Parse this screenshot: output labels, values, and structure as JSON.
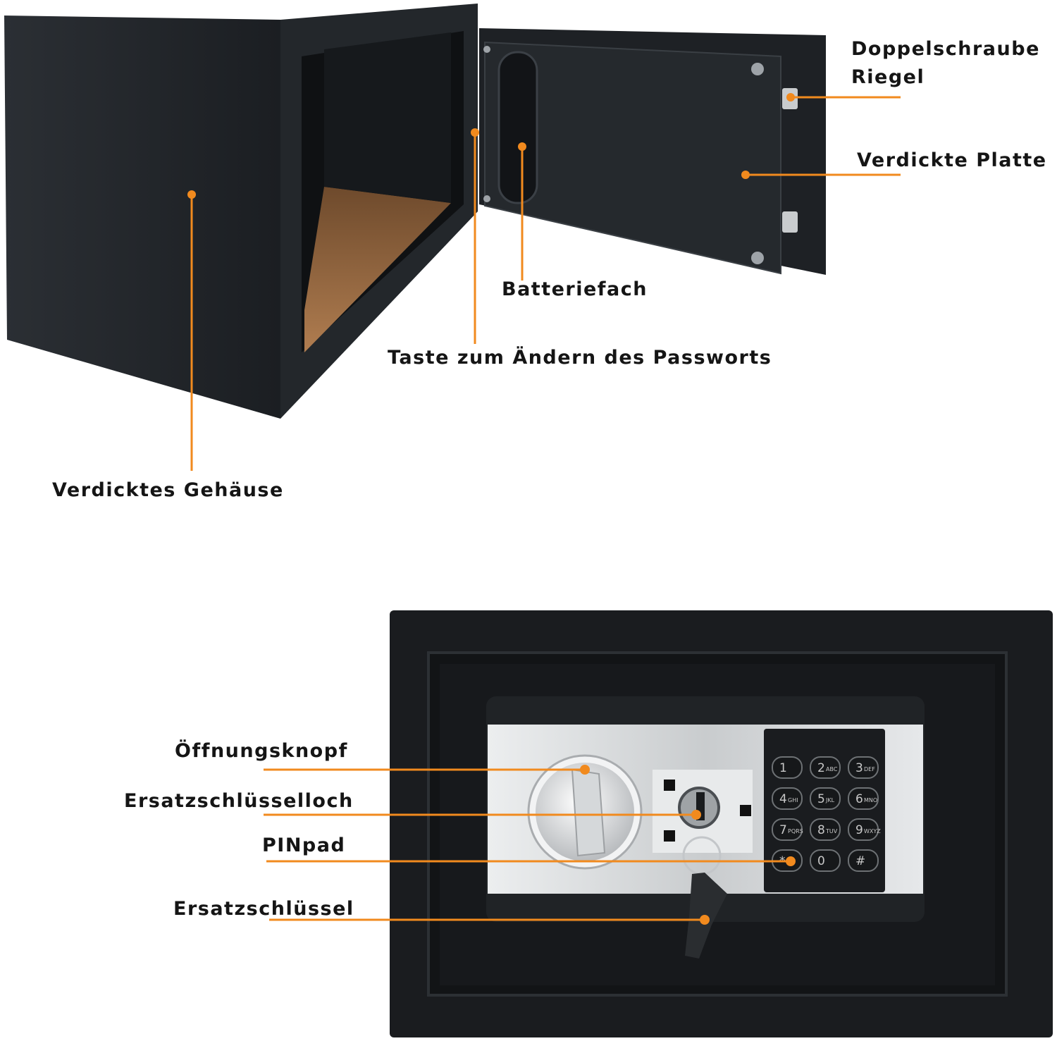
{
  "colors": {
    "accent": "#f18a1e",
    "safe_body": "#1d2024",
    "interior_floor": "#a57448",
    "panel_silver": "#d6d8da",
    "label_text": "#151515"
  },
  "labels": {
    "bolt": [
      "Doppelschraube",
      "Riegel"
    ],
    "plate": "Verdickte Platte",
    "battery": "Batteriefach",
    "reset": "Taste zum Ändern des Passworts",
    "housing": "Verdicktes Gehäuse",
    "knob": "Öffnungsknopf",
    "keyhole": "Ersatzschlüsselloch",
    "pinpad": "PINpad",
    "key": "Ersatzschlüssel"
  },
  "keypad": [
    {
      "digit": "1",
      "letters": ""
    },
    {
      "digit": "2",
      "letters": "ABC"
    },
    {
      "digit": "3",
      "letters": "DEF"
    },
    {
      "digit": "4",
      "letters": "GHI"
    },
    {
      "digit": "5",
      "letters": "JKL"
    },
    {
      "digit": "6",
      "letters": "MNO"
    },
    {
      "digit": "7",
      "letters": "PQRS"
    },
    {
      "digit": "8",
      "letters": "TUV"
    },
    {
      "digit": "9",
      "letters": "WXYZ"
    },
    {
      "digit": "*",
      "letters": ""
    },
    {
      "digit": "0",
      "letters": ""
    },
    {
      "digit": "#",
      "letters": ""
    }
  ]
}
